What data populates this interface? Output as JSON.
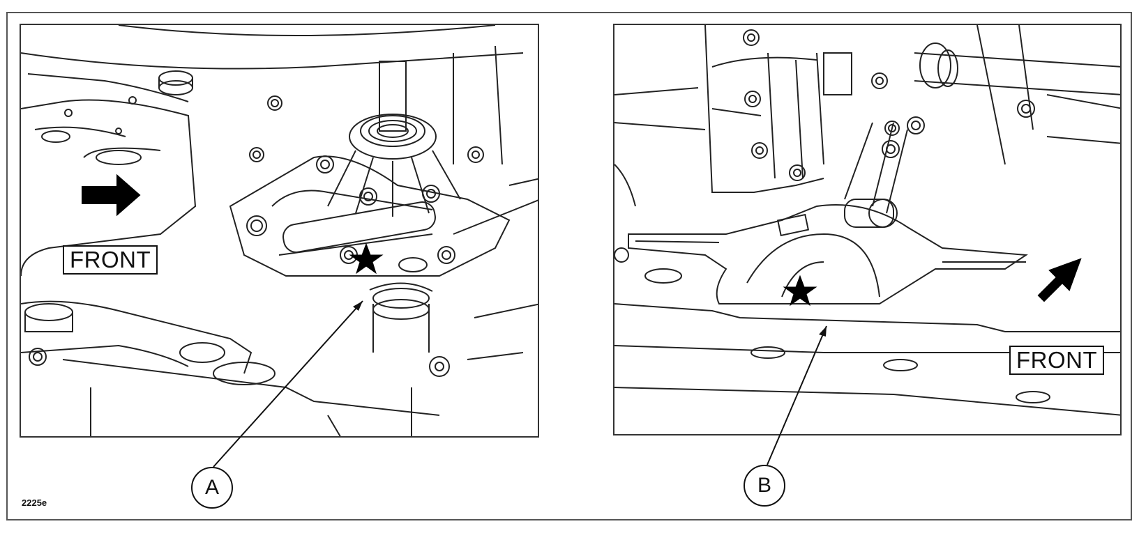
{
  "panel_a": {
    "front_label": "FRONT",
    "callout_letter": "A"
  },
  "panel_b": {
    "front_label": "FRONT",
    "callout_letter": "B"
  },
  "figure_code": "2225e",
  "colors": {
    "line": "#111111",
    "fill_arrow": "#000000",
    "background": "#ffffff"
  },
  "icons": {
    "star_marker": "star-icon",
    "direction_arrow": "arrow-icon"
  }
}
